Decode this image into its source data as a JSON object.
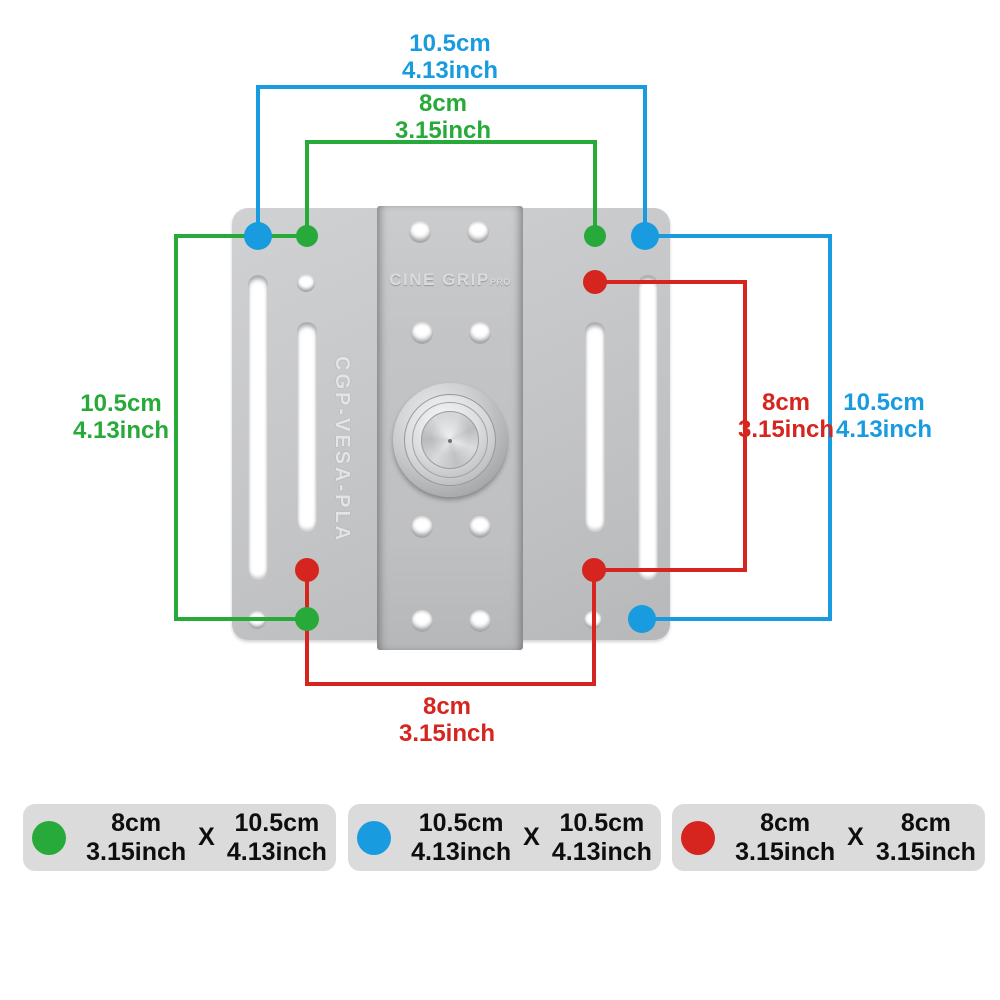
{
  "colors": {
    "blue": "#189BDF",
    "green": "#27AA39",
    "red": "#D6241F",
    "legend_bg": "#DBDBDB",
    "plate_gray": "#C5C6C8"
  },
  "plate": {
    "brand": "CINE GRIP",
    "brand_suffix": "PRO",
    "model": "CGP-VESA-PLA"
  },
  "dimensions": {
    "top_blue": {
      "cm": "10.5cm",
      "inch": "4.13inch"
    },
    "top_green": {
      "cm": "8cm",
      "inch": "3.15inch"
    },
    "left_green": {
      "cm": "10.5cm",
      "inch": "4.13inch"
    },
    "right_red": {
      "cm": "8cm",
      "inch": "3.15inch"
    },
    "right_blue": {
      "cm": "10.5cm",
      "inch": "4.13inch"
    },
    "bottom_red": {
      "cm": "8cm",
      "inch": "3.15inch"
    }
  },
  "legend": [
    {
      "dot": "green",
      "a_cm": "8cm",
      "a_inch": "3.15inch",
      "x": "X",
      "b_cm": "10.5cm",
      "b_inch": "4.13inch"
    },
    {
      "dot": "blue",
      "a_cm": "10.5cm",
      "a_inch": "4.13inch",
      "x": "X",
      "b_cm": "10.5cm",
      "b_inch": "4.13inch"
    },
    {
      "dot": "red",
      "a_cm": "8cm",
      "a_inch": "3.15inch",
      "x": "X",
      "b_cm": "8cm",
      "b_inch": "3.15inch"
    }
  ]
}
